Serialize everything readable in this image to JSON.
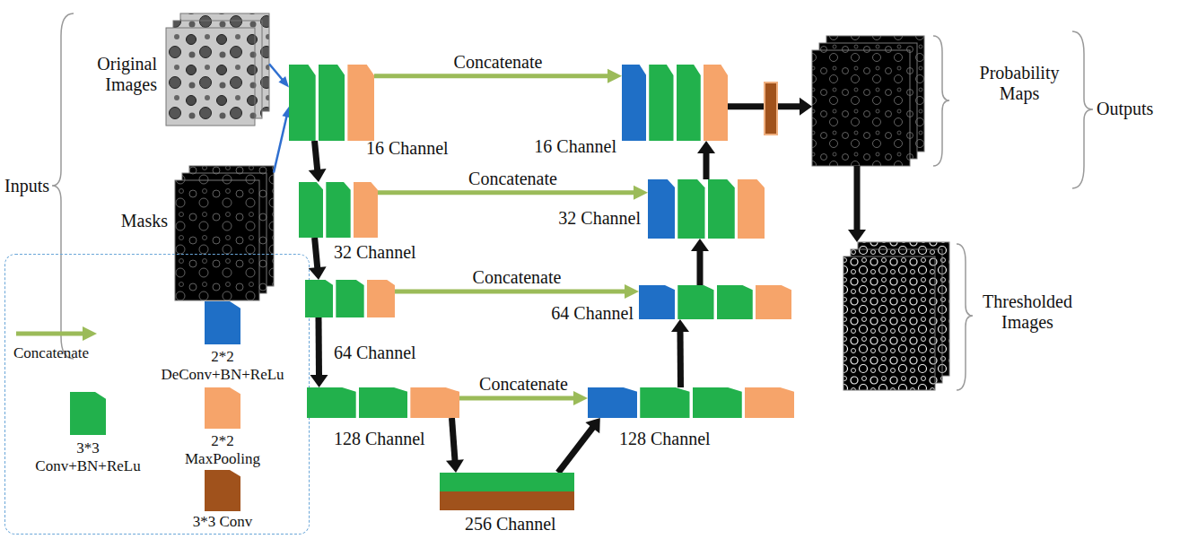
{
  "diagram": {
    "nodes": [
      {
        "text": [
          "Original Images"
        ]
      },
      {
        "text": [
          "Masks"
        ]
      },
      {
        "text": [
          "16 Channel"
        ]
      },
      {
        "text": [
          "32 Channel"
        ]
      },
      {
        "text": [
          "64 Channel"
        ]
      },
      {
        "text": [
          "128 Channel"
        ]
      },
      {
        "text": [
          "256 Channel"
        ]
      },
      {
        "text": [
          "128 Channel"
        ]
      },
      {
        "text": [
          "64 Channel"
        ]
      },
      {
        "text": [
          "32 Channel"
        ]
      },
      {
        "text": [
          "16 Channel"
        ]
      },
      {
        "text": [
          "Probability Maps"
        ]
      },
      {
        "text": [
          "Thresholded Images"
        ]
      }
    ],
    "edges": [
      {
        "from": 0,
        "to": 2,
        "arrow": "to"
      },
      {
        "from": 1,
        "to": 2,
        "arrow": "to"
      },
      {
        "from": 2,
        "to": 3,
        "arrow": "to"
      },
      {
        "from": 3,
        "to": 4,
        "arrow": "to"
      },
      {
        "from": 4,
        "to": 5,
        "arrow": "to"
      },
      {
        "from": 5,
        "to": 6,
        "arrow": "to"
      },
      {
        "from": 6,
        "to": 7,
        "arrow": "to"
      },
      {
        "from": 7,
        "to": 8,
        "arrow": "to"
      },
      {
        "from": 8,
        "to": 9,
        "arrow": "to"
      },
      {
        "from": 9,
        "to": 10,
        "arrow": "to"
      },
      {
        "from": 10,
        "to": 11,
        "arrow": "to"
      },
      {
        "from": 11,
        "to": 12,
        "arrow": "to"
      },
      {
        "from": 2,
        "to": 10,
        "label": "Concatenate",
        "arrow": "to"
      },
      {
        "from": 3,
        "to": 9,
        "label": "Concatenate",
        "arrow": "to"
      },
      {
        "from": 4,
        "to": 8,
        "label": "Concatenate",
        "arrow": "to"
      },
      {
        "from": 5,
        "to": 7,
        "label": "Concatenate",
        "arrow": "to"
      }
    ],
    "labels": [
      "Inputs",
      "Outputs"
    ],
    "legend": [
      {
        "text": "Concatenate"
      },
      {
        "text": "2*2 DeConv+BN+ReLu",
        "color": "#1f6fc6"
      },
      {
        "text": "3*3 Conv+BN+ReLu",
        "color": "#22b14c"
      },
      {
        "text": "2*2 MaxPooling",
        "color": "#f6a46a"
      },
      {
        "text": "3*3 Conv",
        "color": "#a0521c"
      }
    ]
  }
}
